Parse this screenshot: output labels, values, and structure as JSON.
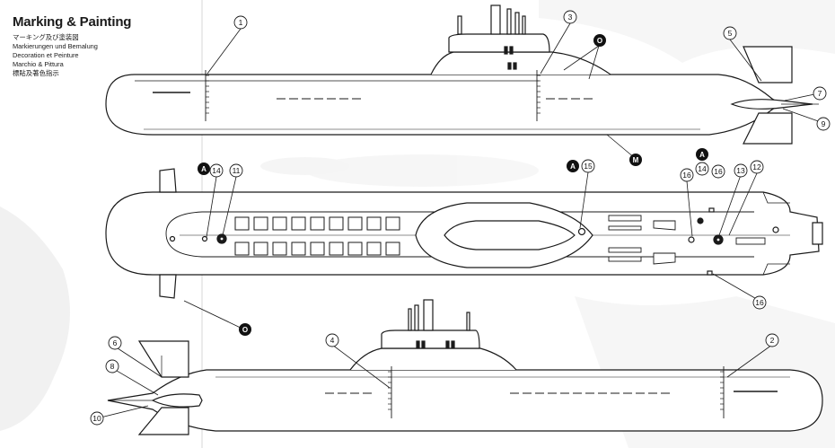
{
  "title": {
    "heading": "Marking & Painting",
    "translations": [
      "マーキング及び塗装図",
      "Markierungen und Bemalung",
      "Decoration et Peinture",
      "Marchio & Pittura",
      "標貼及著色指示"
    ]
  },
  "callouts": {
    "decal_numbers": [
      "1",
      "2",
      "3",
      "4",
      "5",
      "6",
      "7",
      "8",
      "9",
      "10",
      "11",
      "12",
      "13",
      "14",
      "14",
      "15",
      "16",
      "16",
      "16"
    ],
    "paint_codes": [
      "O",
      "O",
      "M",
      "A",
      "A",
      "A"
    ]
  },
  "colors": {
    "ink": "#1a1a1a",
    "paper": "#ffffff",
    "callout_fill": "#111111"
  }
}
